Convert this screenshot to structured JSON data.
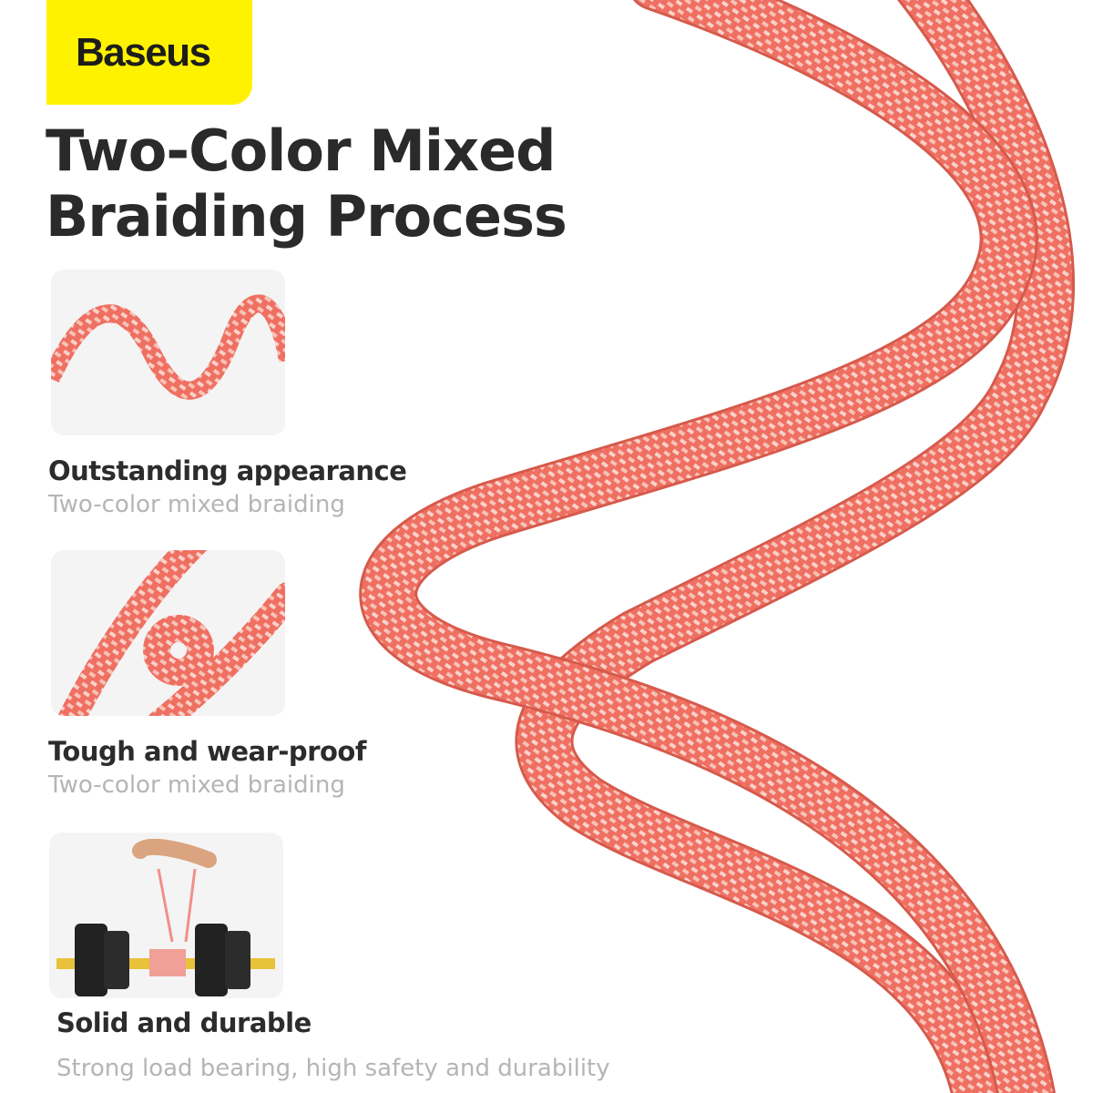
{
  "brand": {
    "logo": "Baseus",
    "color": "#fff200"
  },
  "headline": {
    "line1": "Two-Color Mixed",
    "line2": "Braiding Process"
  },
  "features": [
    {
      "title": "Outstanding appearance",
      "subtitle": "Two-color mixed braiding",
      "image": "wavy-cable"
    },
    {
      "title": "Tough and wear-proof",
      "subtitle": "Two-color mixed braiding",
      "image": "knotted-cable"
    },
    {
      "title": "Solid and durable",
      "subtitle": "Strong load bearing, high safety and durability",
      "image": "cable-lifting-dumbbell"
    }
  ],
  "colors": {
    "cable": "#f07466",
    "cable_light": "#f6b8ad",
    "text": "#2a2a2a",
    "subtext": "#b5b5b5"
  }
}
